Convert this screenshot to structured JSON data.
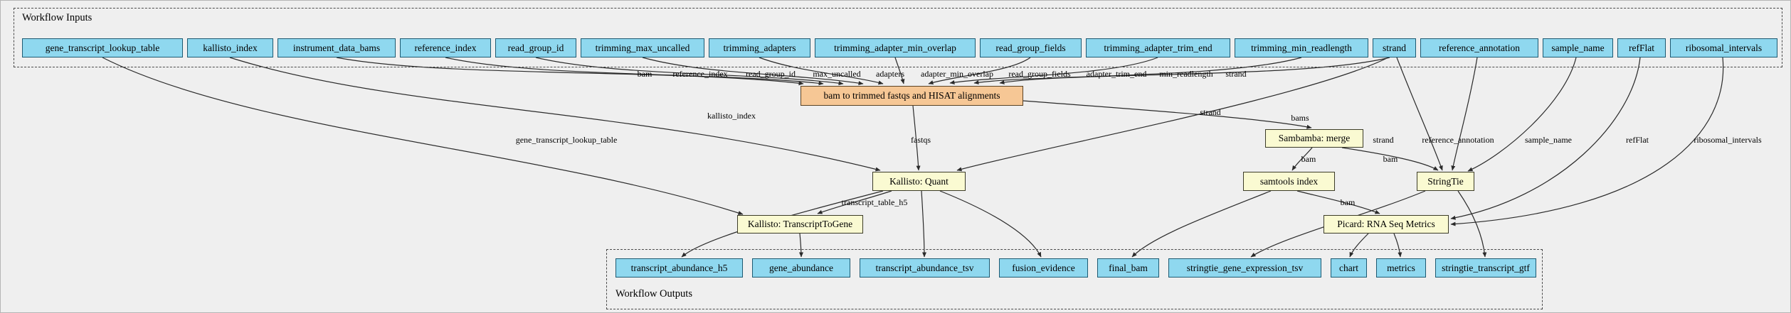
{
  "diagram": {
    "inputs_section_label": "Workflow Inputs",
    "outputs_section_label": "Workflow Outputs",
    "inputs": [
      "gene_transcript_lookup_table",
      "kallisto_index",
      "instrument_data_bams",
      "reference_index",
      "read_group_id",
      "trimming_max_uncalled",
      "trimming_adapters",
      "trimming_adapter_min_overlap",
      "read_group_fields",
      "trimming_adapter_trim_end",
      "trimming_min_readlength",
      "strand",
      "reference_annotation",
      "sample_name",
      "refFlat",
      "ribosomal_intervals"
    ],
    "steps": [
      "bam to trimmed fastqs and HISAT alignments",
      "Sambamba: merge",
      "samtools index",
      "Kallisto: Quant",
      "StringTie",
      "Kallisto: TranscriptToGene",
      "Picard: RNA Seq Metrics"
    ],
    "outputs": [
      "transcript_abundance_h5",
      "gene_abundance",
      "transcript_abundance_tsv",
      "fusion_evidence",
      "final_bam",
      "stringtie_gene_expression_tsv",
      "chart",
      "metrics",
      "stringtie_transcript_gtf"
    ],
    "edge_labels": [
      "bam",
      "reference_index",
      "read_group_id",
      "max_uncalled",
      "adapters",
      "adapter_min_overlap",
      "read_group_fields",
      "adapter_trim_end",
      "min_readlength",
      "strand",
      "kallisto_index",
      "gene_transcript_lookup_table",
      "fastqs",
      "strand",
      "bams",
      "strand",
      "reference_annotation",
      "sample_name",
      "refFlat",
      "ribosomal_intervals",
      "bam",
      "bam",
      "bam",
      "transcript_table_h5"
    ],
    "colors": {
      "io_node": "#8fd8ef",
      "step_node": "#fafad2",
      "subworkflow_node": "#f6c795",
      "background": "#efefef",
      "edge": "#2a2a2a"
    }
  }
}
